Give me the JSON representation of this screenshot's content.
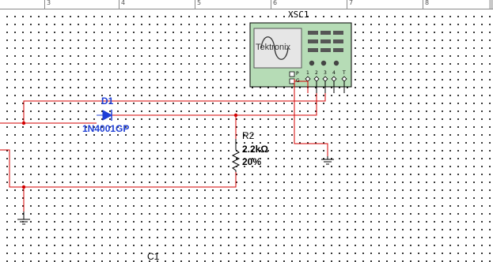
{
  "ruler": {
    "numbers": [
      "3",
      "4",
      "5",
      "6",
      "7",
      "8"
    ]
  },
  "oscilloscope": {
    "ref": "XSC1",
    "brand": "Tektronix",
    "pins": {
      "p": "P",
      "g": "G",
      "ch1": "1",
      "ch2": "2",
      "ch3": "3",
      "ch4": "4",
      "trig": "T"
    },
    "body_color": "#b6dcb6"
  },
  "diode": {
    "ref": "D1",
    "model": "1N4001GP"
  },
  "resistor": {
    "ref": "R2",
    "value": "2.2kΩ",
    "tolerance": "20%"
  },
  "capacitor": {
    "ref": "C1"
  },
  "colors": {
    "wire": "#d40000",
    "label_blue": "#1f3fd6",
    "component": "#000000"
  }
}
